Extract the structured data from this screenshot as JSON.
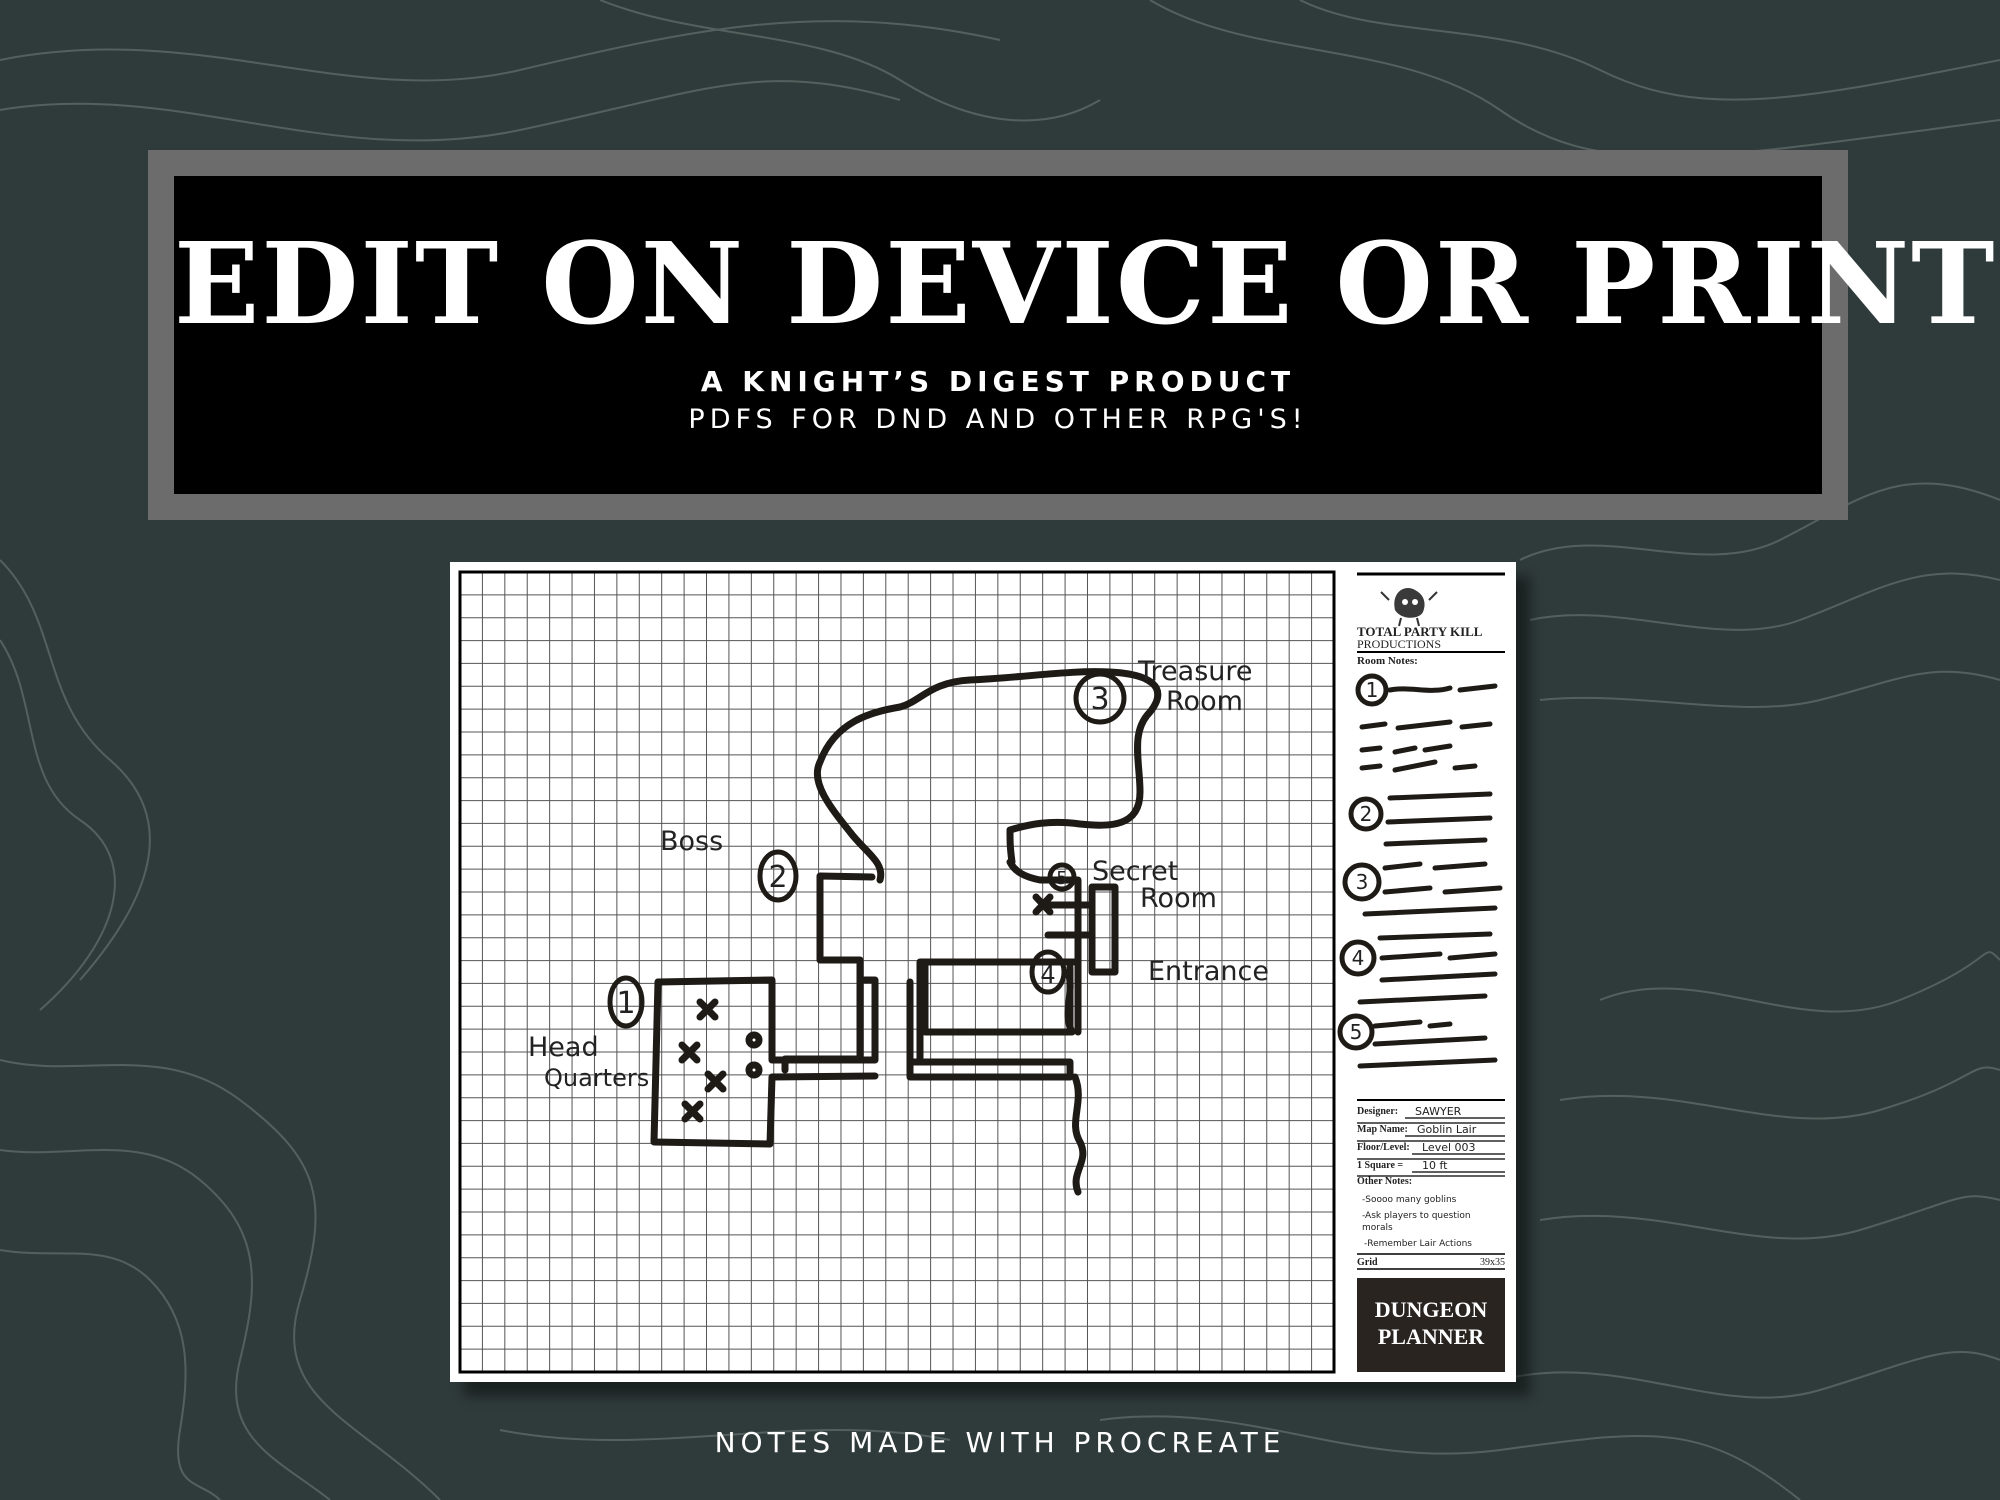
{
  "banner": {
    "title": "EDIT ON DEVICE OR PRINT!",
    "subtitle": "A KNIGHT’S DIGEST PRODUCT",
    "tagline": "PDFS FOR DND AND OTHER RPG'S!"
  },
  "sheet": {
    "grid": {
      "columns": 39,
      "rows": 35
    },
    "map_labels": {
      "treasure_line1": "Treasure",
      "treasure_line2": "Room",
      "boss": "Boss",
      "secret_line1": "Secret",
      "secret_line2": "Room",
      "entrance": "Entrance",
      "hq_line1": "Head",
      "hq_line2": "Quarters",
      "num1": "1",
      "num2": "2",
      "num3": "3",
      "num4": "4",
      "num5": "5"
    },
    "panel": {
      "logo_line1": "TOTAL PARTY KILL",
      "logo_line2": "PRODUCTIONS",
      "room_notes_label": "Room Notes:",
      "room_note_numbers": [
        "1",
        "2",
        "3",
        "4",
        "5"
      ],
      "designer_label": "Designer:",
      "designer_value": "SAWYER",
      "map_name_label": "Map Name:",
      "map_name_value": "Goblin Lair",
      "floor_label": "Floor/Level:",
      "floor_value": "Level 003",
      "square_label": "1 Square =",
      "square_value": "10 ft",
      "other_notes_label": "Other Notes:",
      "other_notes": [
        "-Soooo many goblins",
        "-Ask players to question",
        "morals",
        "-Remember Lair Actions"
      ],
      "grid_label": "Grid",
      "grid_value": "39x35",
      "product_line1": "DUNGEON",
      "product_line2": "PLANNER"
    }
  },
  "footer": {
    "text": "NOTES MADE WITH PROCREATE"
  },
  "colors": {
    "background": "#2f3b3a",
    "frame": "#6c6c6c",
    "banner": "#000000",
    "ink": "#1e1a16"
  }
}
